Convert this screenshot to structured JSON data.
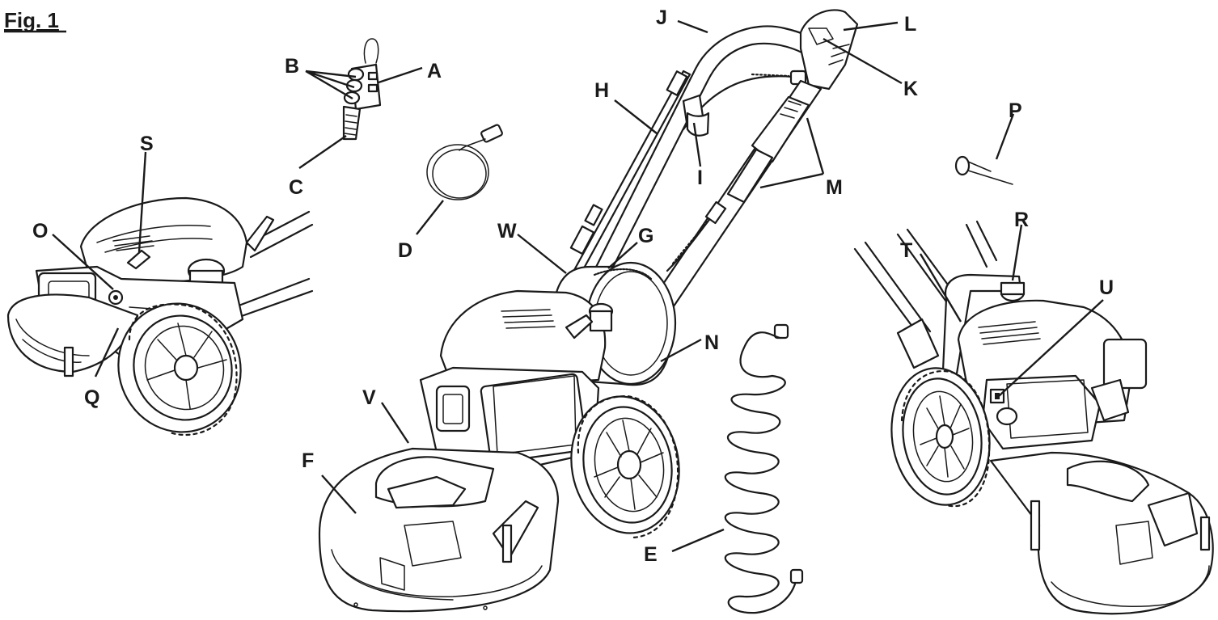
{
  "figure": {
    "title": "Fig. 1"
  },
  "labels": [
    "A",
    "B",
    "C",
    "D",
    "E",
    "F",
    "G",
    "H",
    "I",
    "J",
    "K",
    "L",
    "M",
    "N",
    "O",
    "P",
    "Q",
    "R",
    "S",
    "T",
    "U",
    "V",
    "W"
  ]
}
